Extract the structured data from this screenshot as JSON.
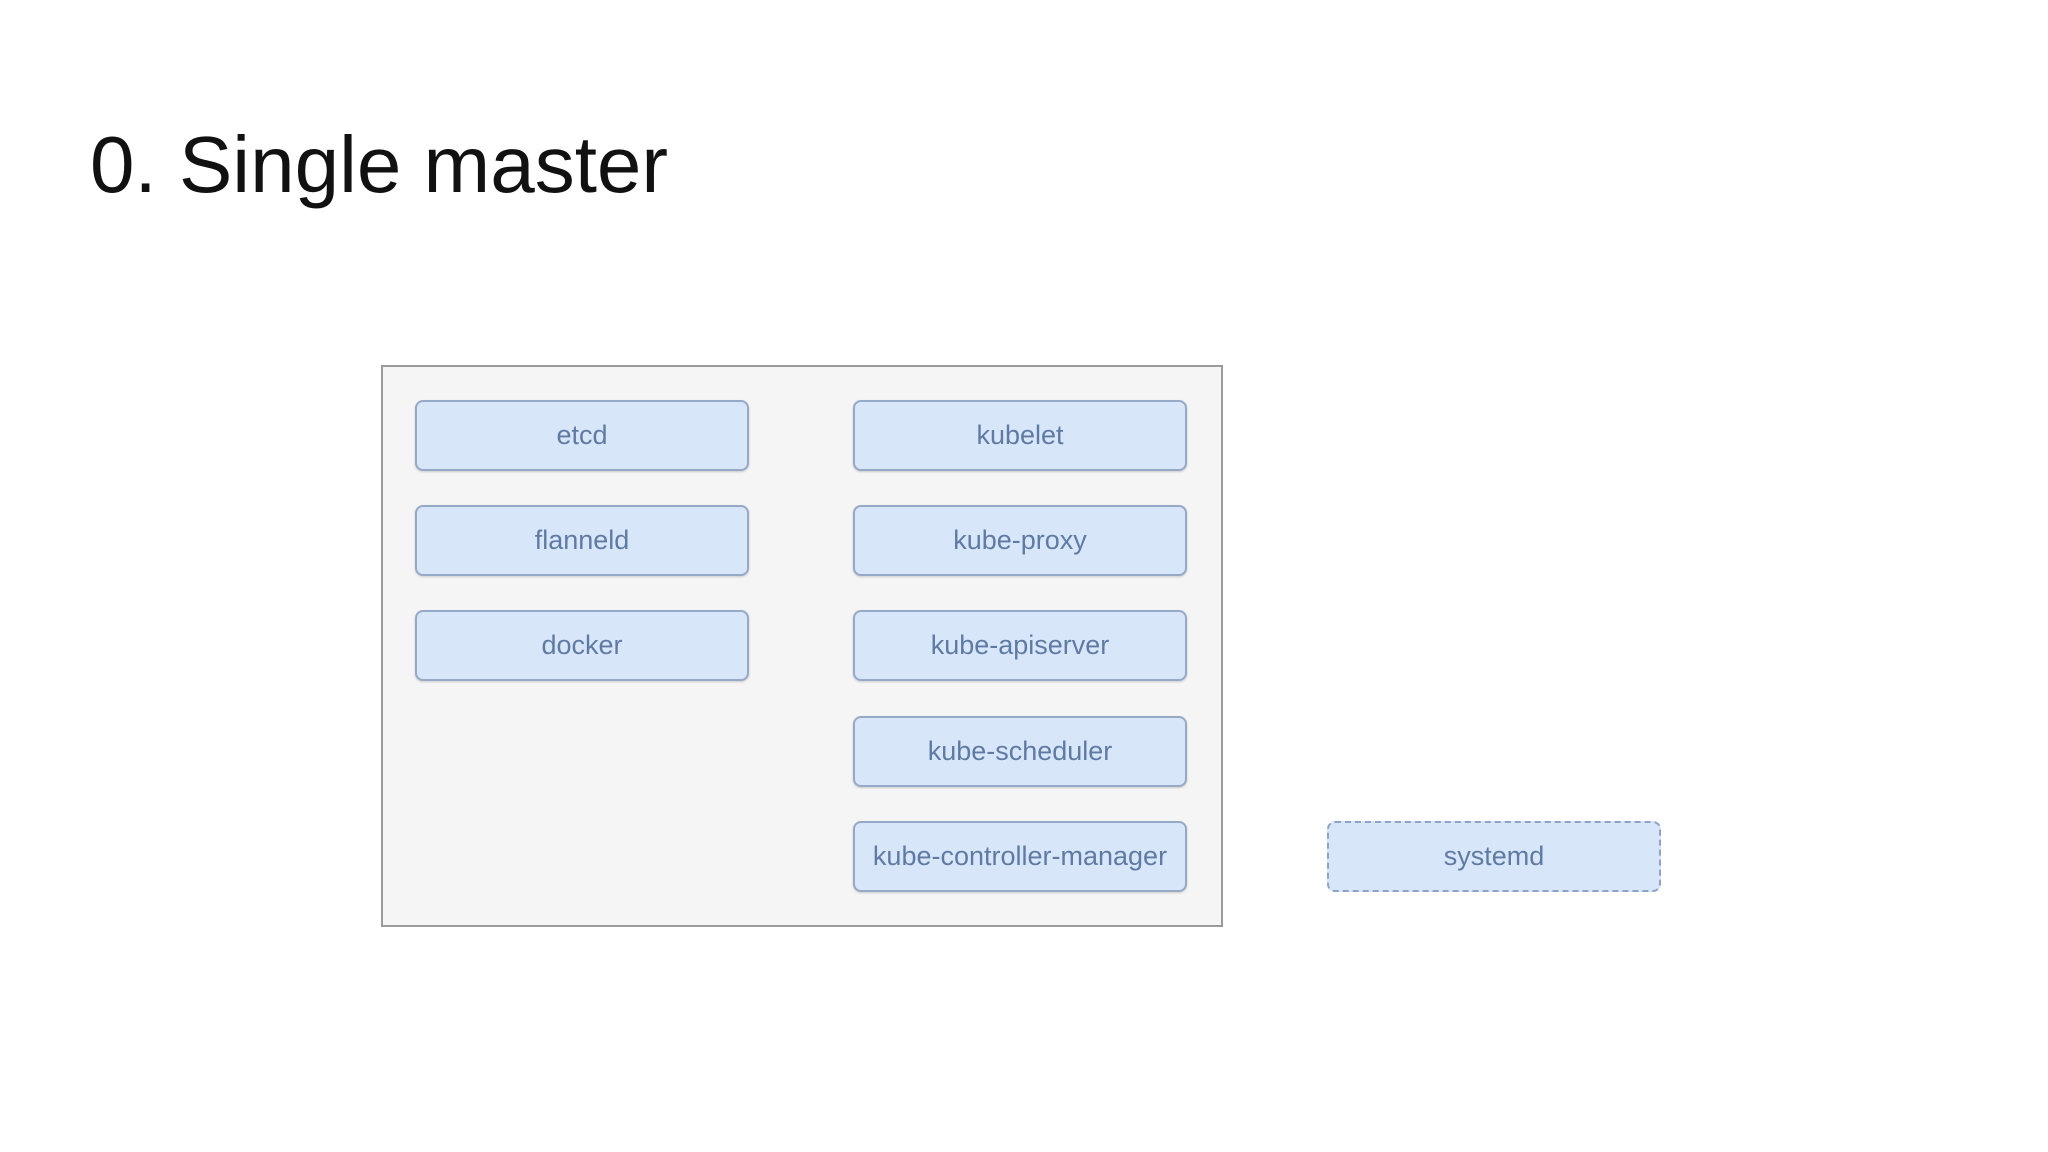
{
  "title": "0. Single master",
  "diagram": {
    "left_column": [
      {
        "label": "etcd"
      },
      {
        "label": "flanneld"
      },
      {
        "label": "docker"
      }
    ],
    "right_column": [
      {
        "label": "kubelet"
      },
      {
        "label": "kube-proxy"
      },
      {
        "label": "kube-apiserver"
      },
      {
        "label": "kube-scheduler"
      },
      {
        "label": "kube-controller-manager"
      }
    ],
    "external": {
      "label": "systemd"
    }
  },
  "colors": {
    "box_fill": "#d8e6fa",
    "box_border": "#96aac8",
    "box_text": "#5f7ba3",
    "frame_fill": "#f5f5f5",
    "frame_border": "#9a9a9a"
  }
}
